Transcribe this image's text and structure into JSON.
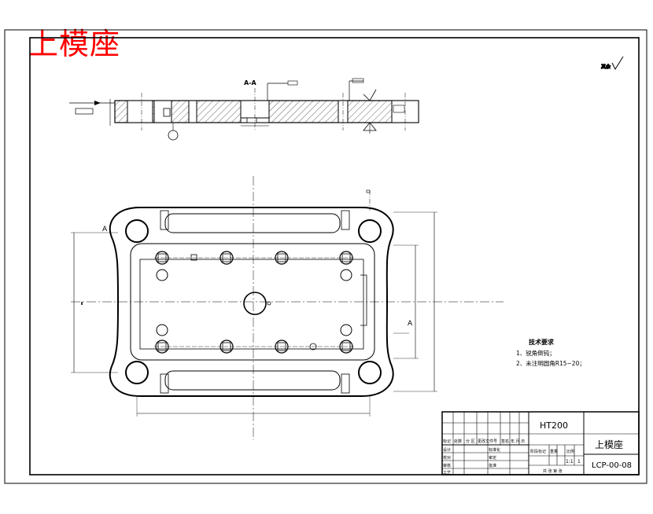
{
  "drawing_title": "上模座",
  "title_block": {
    "material": "HT200",
    "part_name": "上模座",
    "drawing_number": "LCP-00-08",
    "scale": "1:1",
    "scale_marker": "1"
  },
  "technical_requirements": {
    "heading": "技术要求",
    "items": [
      "1、锐角倒钝；",
      "2、未注明圆角R15~20；"
    ]
  },
  "section_label": "A-A",
  "view_marker": "A",
  "colors": {
    "line": "#000000",
    "title": "#ff0000"
  }
}
